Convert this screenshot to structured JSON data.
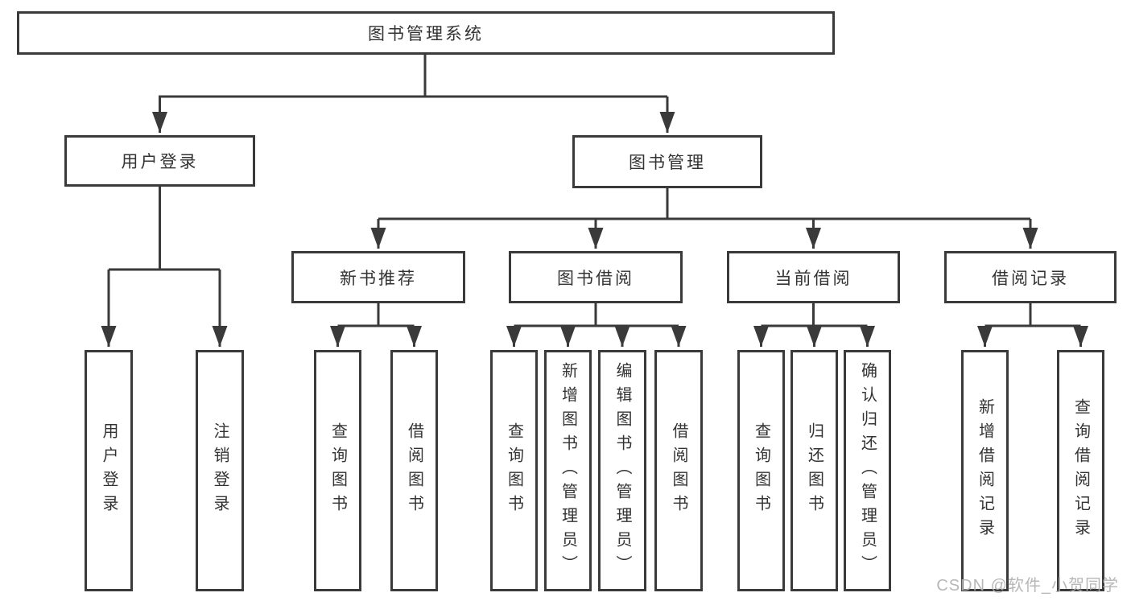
{
  "diagram_title": "图书管理系统",
  "nodes": {
    "root": {
      "label": "图书管理系统"
    },
    "user_login": {
      "label": "用户登录"
    },
    "book_mgmt": {
      "label": "图书管理"
    },
    "new_books": {
      "label": "新书推荐"
    },
    "book_borrow": {
      "label": "图书借阅"
    },
    "current_borrow": {
      "label": "当前借阅"
    },
    "borrow_records": {
      "label": "借阅记录"
    },
    "leaf_user_login": {
      "label": "用户登录"
    },
    "leaf_logout": {
      "label": "注销登录"
    },
    "leaf_nb_query": {
      "label": "查询图书"
    },
    "leaf_nb_borrow": {
      "label": "借阅图书"
    },
    "leaf_bb_query": {
      "label": "查询图书"
    },
    "leaf_bb_add": {
      "label": "新增图书（管理员）"
    },
    "leaf_bb_edit": {
      "label": "编辑图书（管理员）"
    },
    "leaf_bb_borrow": {
      "label": "借阅图书"
    },
    "leaf_cb_query": {
      "label": "查询图书"
    },
    "leaf_cb_return": {
      "label": "归还图书"
    },
    "leaf_cb_confirm": {
      "label": "确认归还（管理员）"
    },
    "leaf_br_add": {
      "label": "新增借阅记录"
    },
    "leaf_br_query": {
      "label": "查询借阅记录"
    }
  },
  "hierarchy": {
    "label": "图书管理系统",
    "children": [
      {
        "label": "用户登录",
        "children": [
          {
            "label": "用户登录"
          },
          {
            "label": "注销登录"
          }
        ]
      },
      {
        "label": "图书管理",
        "children": [
          {
            "label": "新书推荐",
            "children": [
              {
                "label": "查询图书"
              },
              {
                "label": "借阅图书"
              }
            ]
          },
          {
            "label": "图书借阅",
            "children": [
              {
                "label": "查询图书"
              },
              {
                "label": "新增图书（管理员）"
              },
              {
                "label": "编辑图书（管理员）"
              },
              {
                "label": "借阅图书"
              }
            ]
          },
          {
            "label": "当前借阅",
            "children": [
              {
                "label": "查询图书"
              },
              {
                "label": "归还图书"
              },
              {
                "label": "确认归还（管理员）"
              }
            ]
          },
          {
            "label": "借阅记录",
            "children": [
              {
                "label": "新增借阅记录"
              },
              {
                "label": "查询借阅记录"
              }
            ]
          }
        ]
      }
    ]
  },
  "watermark": {
    "text": "CSDN @软件_小贺同学"
  },
  "colors": {
    "line": "#3a3a3a",
    "box_border": "#3a3a3a",
    "box_fill": "#ffffff",
    "text": "#333333",
    "watermark": "#b0b0b0",
    "background": "#ffffff"
  }
}
